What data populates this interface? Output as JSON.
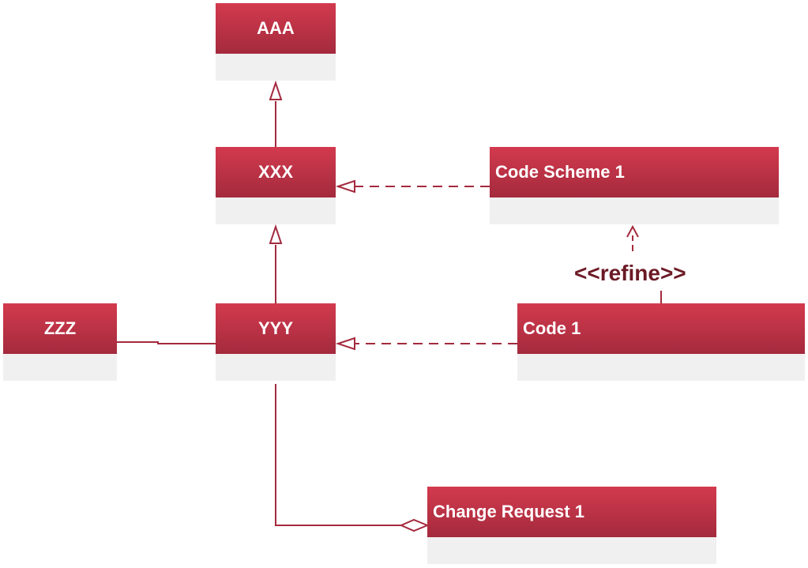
{
  "classes": {
    "aaa": "AAA",
    "xxx": "XXX",
    "yyy": "YYY",
    "zzz": "ZZZ",
    "code_scheme": "Code Scheme 1",
    "code": "Code 1",
    "change_request": "Change Request 1"
  },
  "refine_label": "<<refine>>",
  "colors": {
    "header_top": "#d33a4e",
    "header_bottom": "#a42a3d",
    "body": "#f0f0f0",
    "line": "#a42a3d",
    "stereotype": "#6b1a25"
  }
}
